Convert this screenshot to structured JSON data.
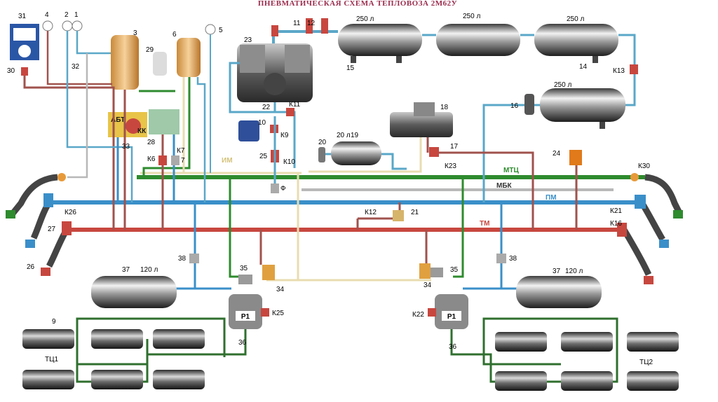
{
  "title": "ПНЕВМАТИЧЕСКАЯ СХЕМА ТЕПЛОВОЗА 2М62У",
  "colors": {
    "mtc": "#2e8b2e",
    "pm": "#3a8fc9",
    "tm": "#c7473f",
    "mbk": "#b8b8b8",
    "feed": "#5aa7c8",
    "brown": "#a0524d",
    "cream": "#e8dcb0",
    "dark_green": "#2f6f2f"
  },
  "line_labels": {
    "mtc": "МТЦ",
    "mbk": "МБК",
    "pm": "ПМ",
    "tm": "ТМ",
    "im": "ИМ",
    "f": "Ф"
  },
  "tanks": {
    "t1_label": "250 л",
    "t2_label": "250 л",
    "t3_label": "250 л",
    "t4_label": "250 л",
    "small_label": "20 л",
    "left_120": "120 л",
    "right_120": "120 л"
  },
  "numbers": {
    "n1": "1",
    "n2": "2",
    "n3": "3",
    "n4": "4",
    "n5": "5",
    "n6": "6",
    "n7": "7",
    "n9": "9",
    "n10": "10",
    "n11": "11",
    "n12": "12",
    "n14": "14",
    "n15": "15",
    "n16": "16",
    "n17": "17",
    "n18": "18",
    "n19": "19",
    "n20": "20",
    "n21": "21",
    "n22": "22",
    "n23": "23",
    "n24": "24",
    "n25": "25",
    "n26": "26",
    "n27": "27",
    "n28": "28",
    "n29": "29",
    "n30": "30",
    "n31": "31",
    "n32": "32",
    "n33": "33",
    "n34a": "34",
    "n34b": "34",
    "n35a": "35",
    "n35b": "35",
    "n36a": "36",
    "n36b": "36",
    "n37a": "37",
    "n37b": "37",
    "n38a": "38",
    "n38b": "38"
  },
  "valves": {
    "k6": "К6",
    "k7": "К7",
    "k9": "К9",
    "k10": "К10",
    "k11": "К11",
    "k12": "К12",
    "k13": "К13",
    "k16": "К16",
    "k21": "К21",
    "k22": "К22",
    "k23": "К23",
    "k25": "К25",
    "k26": "К26",
    "k30": "К30"
  },
  "cylinders": {
    "left_group": "ТЦ1",
    "right_group": "ТЦ2",
    "relay_label": "Р1"
  },
  "device_texts": {
    "abt": "АБТ",
    "kk": "КК"
  }
}
